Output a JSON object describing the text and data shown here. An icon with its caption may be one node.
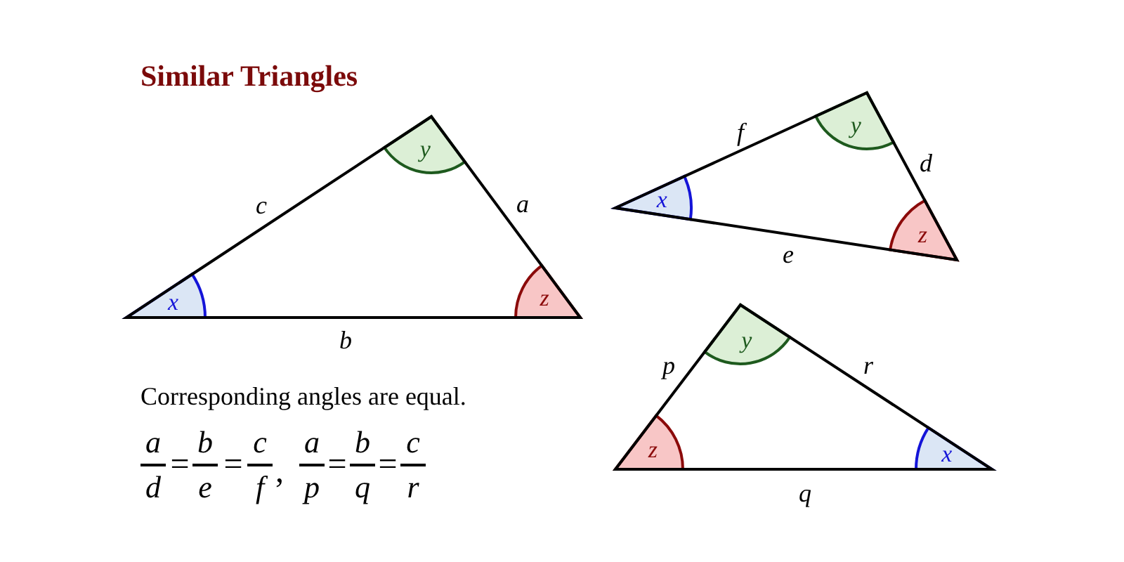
{
  "diagram": {
    "title": "Similar Triangles",
    "nodes": [
      {
        "text": [
          "x"
        ]
      },
      {
        "text": [
          "y"
        ]
      },
      {
        "text": [
          "z"
        ]
      },
      {
        "text": [
          "x"
        ]
      },
      {
        "text": [
          "y"
        ]
      },
      {
        "text": [
          "z"
        ]
      },
      {
        "text": [
          "z"
        ]
      },
      {
        "text": [
          "y"
        ]
      },
      {
        "text": [
          "x"
        ]
      }
    ],
    "labels": [
      "c",
      "a",
      "b",
      "f",
      "d",
      "e",
      "p",
      "r",
      "q",
      "Corresponding angles are equal.",
      "a",
      "d",
      "=",
      "b",
      "e",
      "=",
      "c",
      "f",
      ",",
      "a",
      "p",
      "=",
      "b",
      "q",
      "=",
      "c",
      "r"
    ]
  }
}
